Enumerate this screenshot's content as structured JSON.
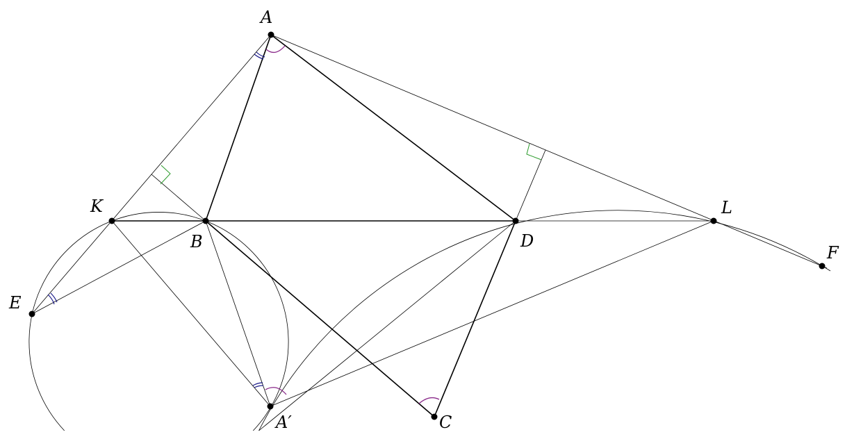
{
  "diagram": {
    "points": {
      "A": "A",
      "B": "B",
      "C": "C",
      "D": "D",
      "E": "E",
      "F": "F",
      "K": "K",
      "L": "L",
      "A_prime": "A′"
    },
    "colors": {
      "angle_mark_purple": "#8a2a8a",
      "angle_mark_blue": "#1a1a8a",
      "right_angle_green": "#2a9a2a"
    }
  }
}
